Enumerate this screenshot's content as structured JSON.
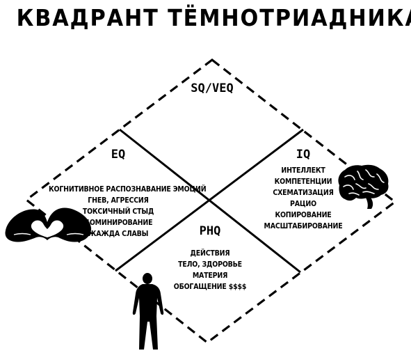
{
  "title": "КВАДРАНТ ТЁМНОТРИАДНИКА",
  "quadrants": {
    "top": {
      "heading": "SQ/VEQ",
      "items": []
    },
    "left": {
      "heading": "EQ",
      "items": [
        "когнитивное распознавание эмоций",
        "гнев, агрессия",
        "токсичный стыд",
        "доминирование",
        "жажда славы"
      ]
    },
    "right": {
      "heading": "IQ",
      "items": [
        "интеллект",
        "компетенции",
        "схематизация",
        "рацио",
        "копирование",
        "масштабирование"
      ]
    },
    "bottom": {
      "heading": "PHQ",
      "items": [
        "действия",
        "тело, здоровье",
        "материя",
        "обогащение $$$$"
      ]
    }
  },
  "icons": {
    "left": "heart-hands-icon",
    "right": "brain-icon",
    "bottom": "human-silhouette-icon"
  }
}
